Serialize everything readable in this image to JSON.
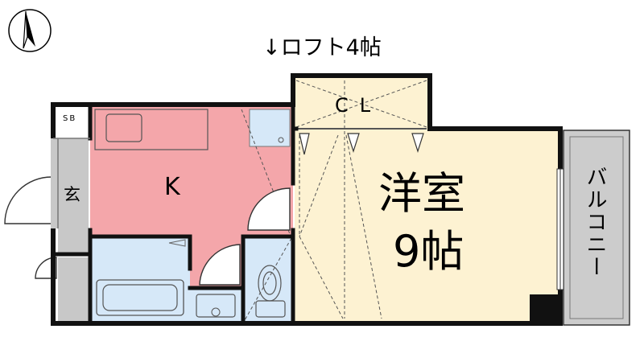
{
  "labels": {
    "loft": "↓ロフト4帖",
    "closet": "CL",
    "kitchen": "K",
    "entrance": "玄",
    "shoe_box": "SB",
    "room_name": "洋室",
    "room_size": "9帖",
    "balcony": "バルコニー"
  },
  "icons": {
    "north_arrow": "north-arrow-icon"
  },
  "colors": {
    "kitchen": "#f4a6aa",
    "western_room": "#fdf2d2",
    "closet": "#fdf2d2",
    "wet_area": "#d6e8f8",
    "entrance": "#c8c8c8",
    "balcony": "#cccccc",
    "wall": "#111111"
  }
}
